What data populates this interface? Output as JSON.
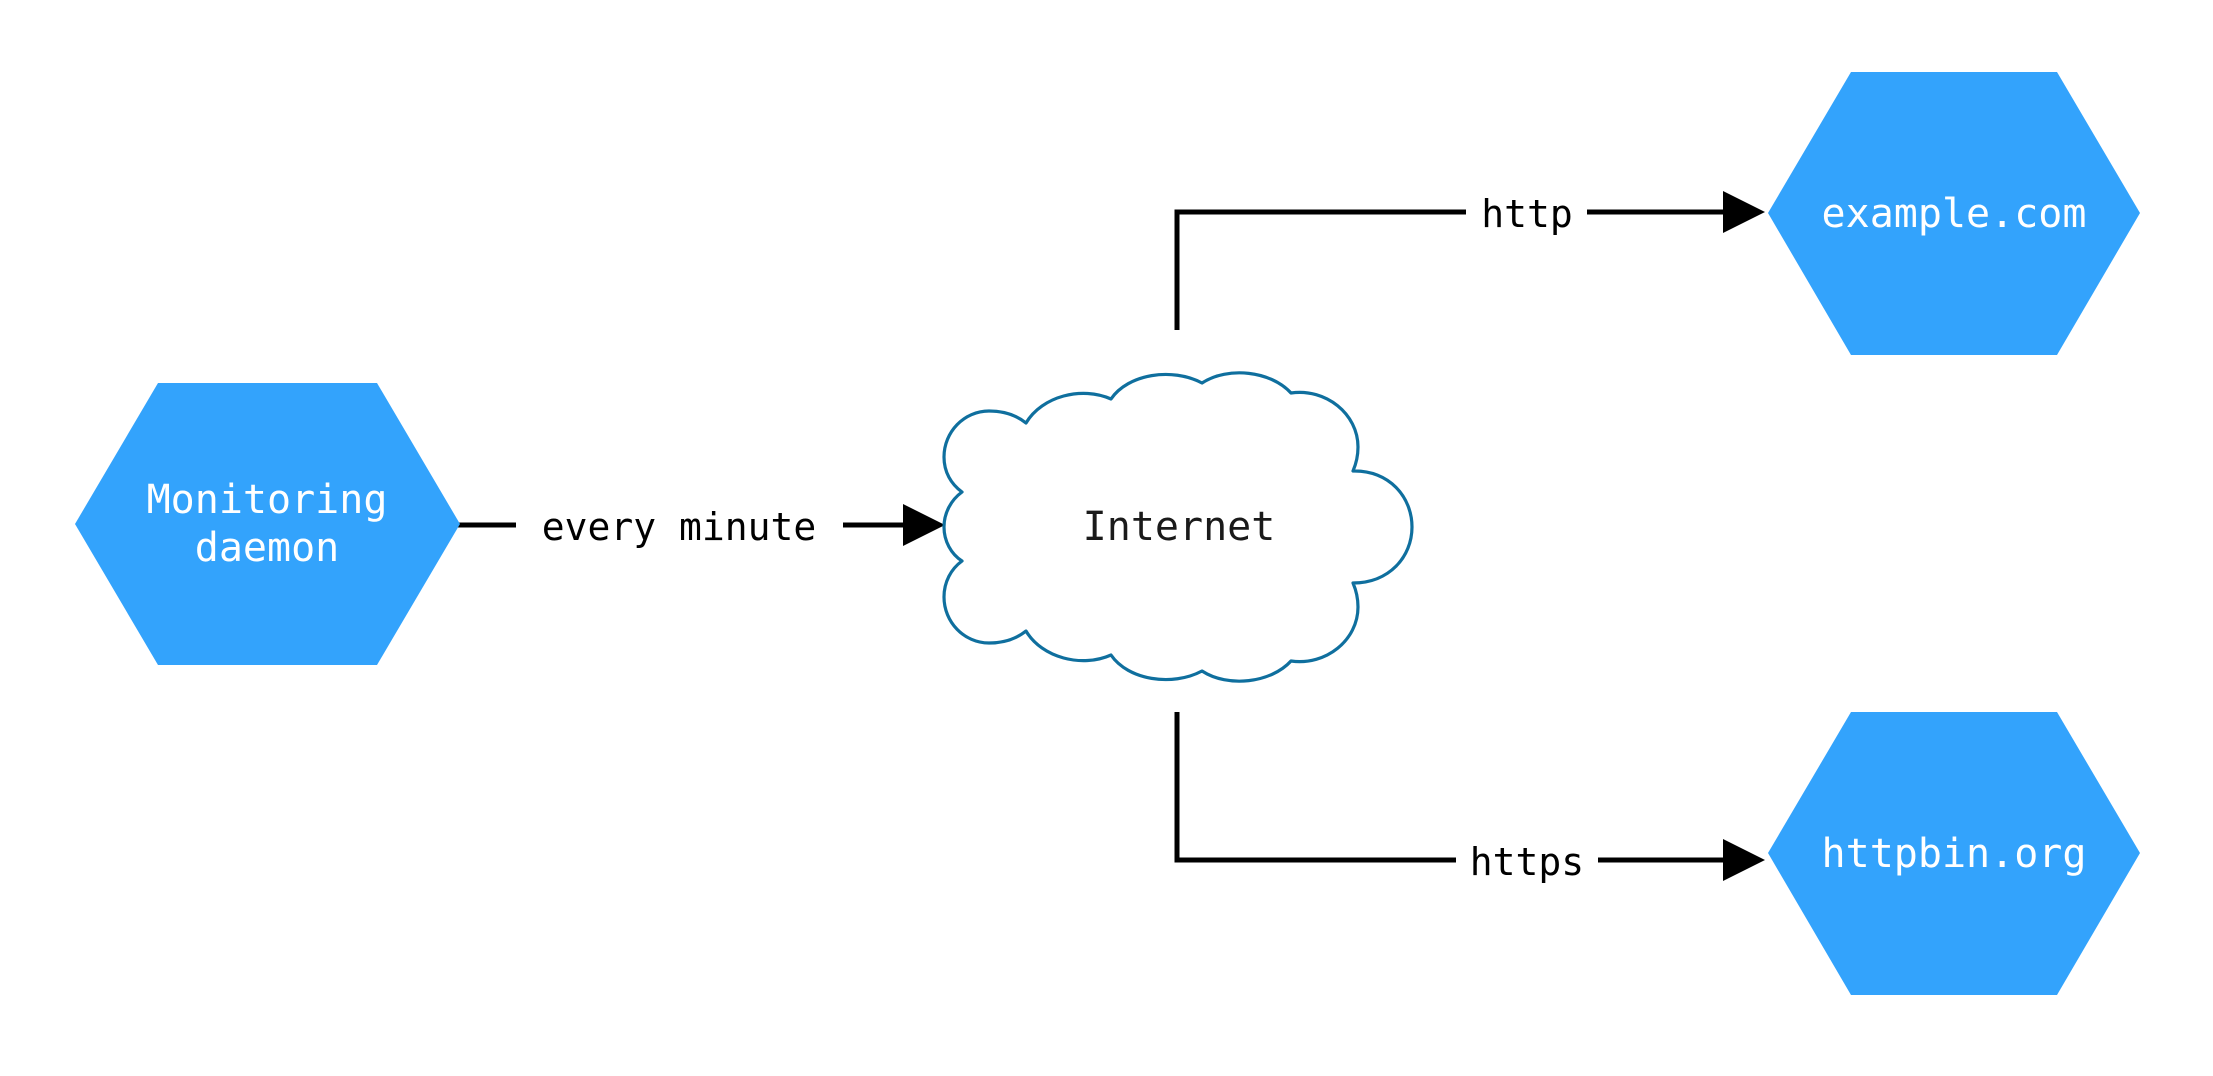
{
  "diagram": {
    "type": "network-flow-diagram",
    "background_color": "#ffffff",
    "nodes": [
      {
        "id": "monitoring-daemon",
        "shape": "hexagon",
        "label_line1": "Monitoring",
        "label_line2": "daemon",
        "fill_color": "#33a3fc",
        "text_color": "#ffffff"
      },
      {
        "id": "internet",
        "shape": "cloud",
        "label": "Internet",
        "fill_color": "#ffffff",
        "stroke_color": "#0f6f9e",
        "text_color": "#1a1a1a"
      },
      {
        "id": "example-com",
        "shape": "hexagon",
        "label": "example.com",
        "fill_color": "#33a3fc",
        "text_color": "#ffffff"
      },
      {
        "id": "httpbin-org",
        "shape": "hexagon",
        "label": "httpbin.org",
        "fill_color": "#33a3fc",
        "text_color": "#ffffff"
      }
    ],
    "edges": [
      {
        "id": "daemon-to-internet",
        "from": "monitoring-daemon",
        "to": "internet",
        "label": "every minute",
        "color": "#000000",
        "arrow": "end"
      },
      {
        "id": "internet-to-example",
        "from": "internet",
        "to": "example-com",
        "label": "http",
        "color": "#000000",
        "arrow": "end"
      },
      {
        "id": "internet-to-httpbin",
        "from": "internet",
        "to": "httpbin-org",
        "label": "https",
        "color": "#000000",
        "arrow": "end"
      }
    ]
  }
}
